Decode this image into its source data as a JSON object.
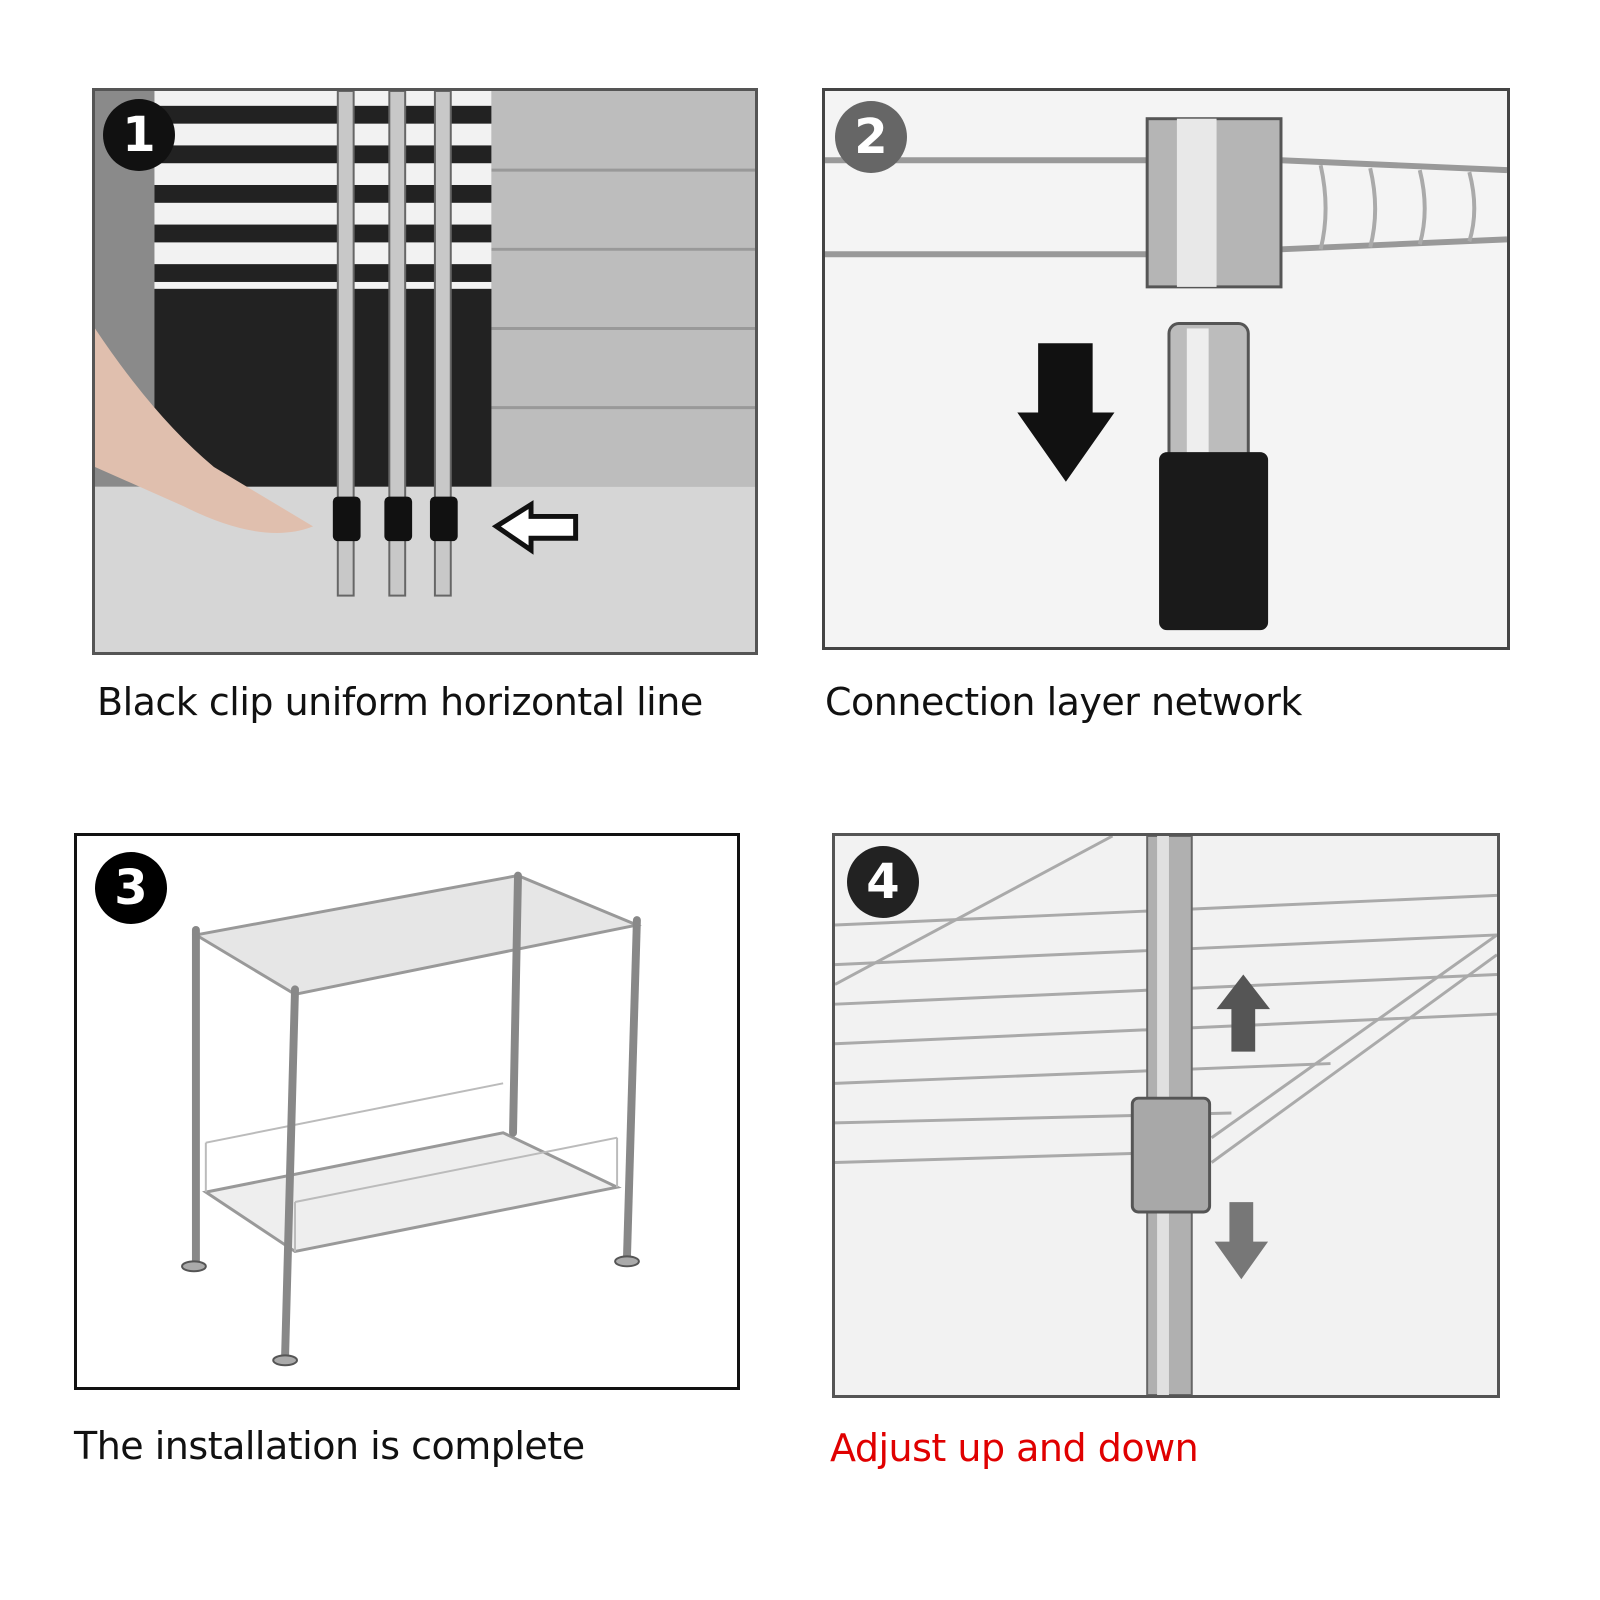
{
  "steps": [
    {
      "number": "1",
      "caption": "Black clip uniform horizontal line"
    },
    {
      "number": "2",
      "caption": "Connection layer network"
    },
    {
      "number": "3",
      "caption": "The installation is complete"
    },
    {
      "number": "4",
      "caption": "Adjust up and down"
    }
  ],
  "colors": {
    "caption": "#111111",
    "highlight_caption": "#e00000"
  }
}
